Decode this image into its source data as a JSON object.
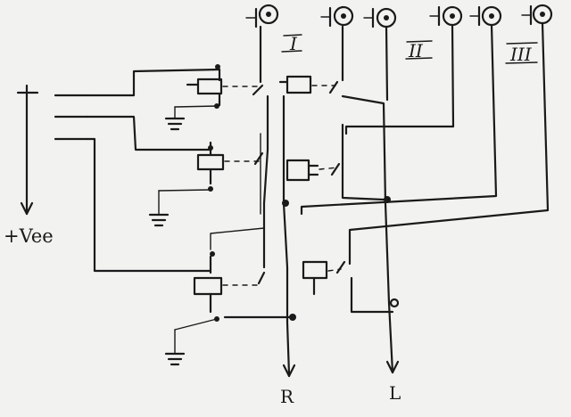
{
  "labels": {
    "group_1": "I",
    "group_2": "II",
    "group_3": "III",
    "supply": "+Vee",
    "output_right": "R",
    "output_left": "L"
  }
}
